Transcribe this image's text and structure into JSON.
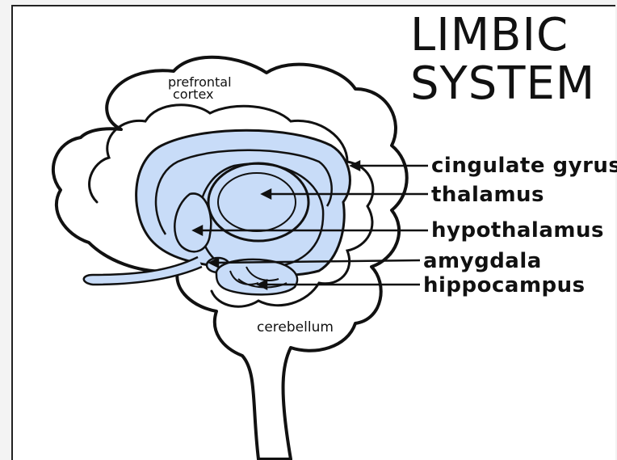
{
  "title": {
    "line1": "LIMBIC",
    "line2": "SYSTEM"
  },
  "labels": {
    "prefrontal_cortex": [
      "prefrontal",
      "cortex"
    ],
    "cerebellum": "cerebellum",
    "cingulate_gyrus": "cingulate gyrus",
    "thalamus": "thalamus",
    "hypothalamus": "hypothalamus",
    "amygdala": "amygdala",
    "hippocampus": "hippocampus"
  },
  "colors": {
    "limbic_fill": "#c8dcf8",
    "outline": "#111111",
    "brain_fill": "#ffffff"
  }
}
